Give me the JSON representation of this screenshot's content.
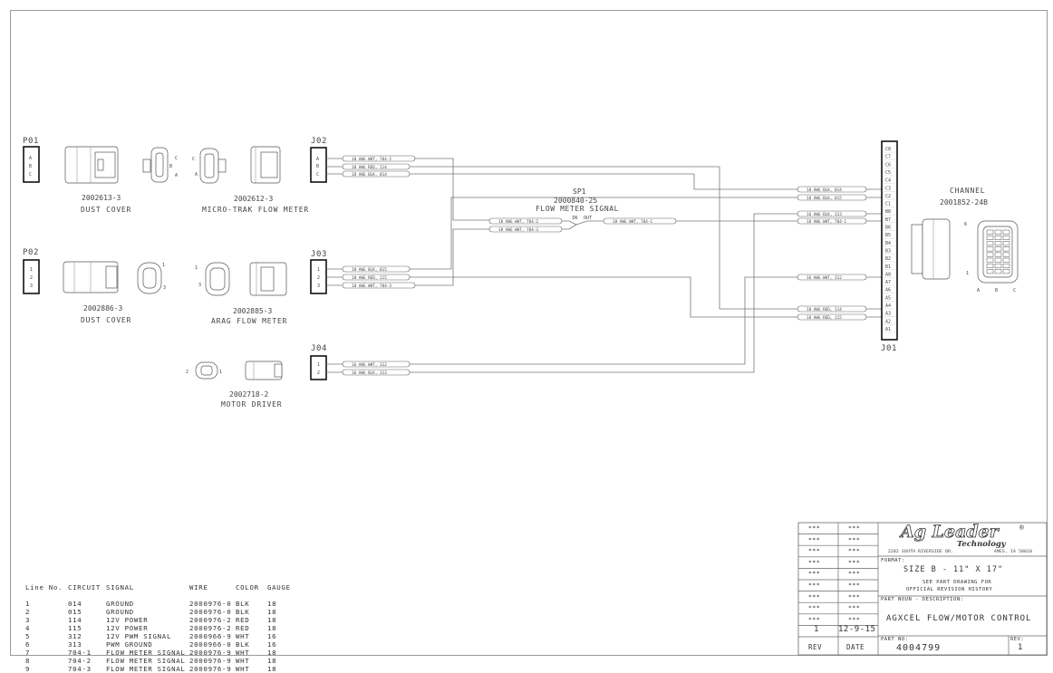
{
  "connectors": {
    "p01": {
      "name": "P01",
      "pins": [
        "A",
        "B",
        "C"
      ]
    },
    "p02": {
      "name": "P02",
      "pins": [
        "1",
        "2",
        "3"
      ]
    },
    "j02": {
      "name": "J02",
      "pins": [
        "A",
        "B",
        "C"
      ]
    },
    "j03": {
      "name": "J03",
      "pins": [
        "1",
        "2",
        "3"
      ]
    },
    "j04": {
      "name": "J04",
      "pins": [
        "1",
        "2"
      ]
    },
    "j01": {
      "name": "J01",
      "pins": [
        "C8",
        "C7",
        "C6",
        "C5",
        "C4",
        "C3",
        "C2",
        "C1",
        "B8",
        "B7",
        "B6",
        "B5",
        "B4",
        "B3",
        "B2",
        "B1",
        "A8",
        "A7",
        "A6",
        "A5",
        "A4",
        "A3",
        "A2",
        "A1"
      ]
    }
  },
  "parts": {
    "dust_cover_1": {
      "number": "2002613-3",
      "name": "DUST COVER"
    },
    "microtrak": {
      "number": "2002612-3",
      "name": "MICRO-TRAK FLOW METER",
      "pin_c": "C",
      "pin_b": "B",
      "pin_a": "A"
    },
    "dust_cover_2": {
      "number": "2002886-3",
      "name": "DUST COVER",
      "pin_1": "1",
      "pin_3": "3"
    },
    "arag": {
      "number": "2002885-3",
      "name": "ARAG FLOW METER",
      "pin_1": "1",
      "pin_3": "3"
    },
    "motor": {
      "number": "2002718-2",
      "name": "MOTOR DRIVER",
      "pin_2": "2",
      "pin_1": "1"
    },
    "splice": {
      "ref": "SP1",
      "number": "2000840-25",
      "name": "FLOW METER SIGNAL",
      "in": "IN",
      "out": "OUT"
    },
    "channel": {
      "title": "CHANNEL",
      "number": "2001852-24B",
      "pin_6": "6",
      "pin_1": "1",
      "pin_a": "A",
      "pin_b": "B",
      "pin_c": "C"
    }
  },
  "wire_labels": {
    "j02_a": "18 AWG WHT, 704-2",
    "j02_b": "18 AWG RED, 114",
    "j02_c": "18 AWG BLK, 014",
    "j03_1": "18 AWG BLK, 015",
    "j03_2": "18 AWG RED, 115",
    "j03_3": "18 AWG WHT, 704-3",
    "j04_1": "16 AWG WHT, 312",
    "j04_2": "16 AWG BLK, 313",
    "sp_in1": "18 AWG WHT, 704-2",
    "sp_in2": "18 AWG WHT, 704-3",
    "sp_out": "18 AWG WHT, 704-1",
    "j01_c3": "18 AWG BLK, 014",
    "j01_c2": "18 AWG BLK, 015",
    "j01_b8": "16 AWG BLK, 313",
    "j01_b7": "18 AWG WHT, 704-1",
    "j01_a8": "16 AWG WHT, 312",
    "j01_a4": "18 AWG RED, 114",
    "j01_a3": "18 AWG RED, 115"
  },
  "wire_table": {
    "headers": [
      "Line No.",
      "CIRCUIT",
      "SIGNAL",
      "WIRE",
      "COLOR",
      "GAUGE"
    ],
    "rows": [
      [
        "1",
        "014",
        "GROUND",
        "2000976-0",
        "BLK",
        "18"
      ],
      [
        "2",
        "015",
        "GROUND",
        "2000976-0",
        "BLK",
        "18"
      ],
      [
        "3",
        "114",
        "12V POWER",
        "2000976-2",
        "RED",
        "18"
      ],
      [
        "4",
        "115",
        "12V POWER",
        "2000976-2",
        "RED",
        "18"
      ],
      [
        "5",
        "312",
        "12V PWM SIGNAL",
        "2000966-9",
        "WHT",
        "16"
      ],
      [
        "6",
        "313",
        "PWM GROUND",
        "2000966-0",
        "BLK",
        "16"
      ],
      [
        "7",
        "704-1",
        "FLOW METER SIGNAL",
        "2000976-9",
        "WHT",
        "18"
      ],
      [
        "8",
        "704-2",
        "FLOW METER SIGNAL",
        "2000976-9",
        "WHT",
        "18"
      ],
      [
        "9",
        "704-3",
        "FLOW METER SIGNAL",
        "2000976-9",
        "WHT",
        "18"
      ]
    ]
  },
  "title_block": {
    "rev_cells": [
      "***",
      "***",
      "***",
      "***",
      "***",
      "***",
      "***",
      "***",
      "***",
      "***",
      "***",
      "***",
      "***",
      "***",
      "***",
      "***",
      "***",
      "***",
      "***",
      "***",
      "***",
      "***"
    ],
    "rev_value": "1",
    "date_value": "12-9-15",
    "rev_label": "REV",
    "date_label": "DATE",
    "logo_main": "Ag Leader",
    "logo_sub": "Technology",
    "address_left": "2202 SOUTH RIVERSIDE DR.",
    "address_right": "AMES, IA 50010",
    "format_label": "FORMAT:",
    "format_value": "SIZE B - 11\" X 17\"",
    "note_line1": "SEE PART DRAWING FOR",
    "note_line2": "OFFICIAL REVISION HISTORY",
    "noun_label": "PART NOUN - DESCRIPTION:",
    "noun_value": "AGXCEL FLOW/MOTOR CONTROL",
    "part_label": "PART NO:",
    "part_value": "4004799",
    "rev_small_label": "REV:",
    "rev_small_value": "1"
  }
}
